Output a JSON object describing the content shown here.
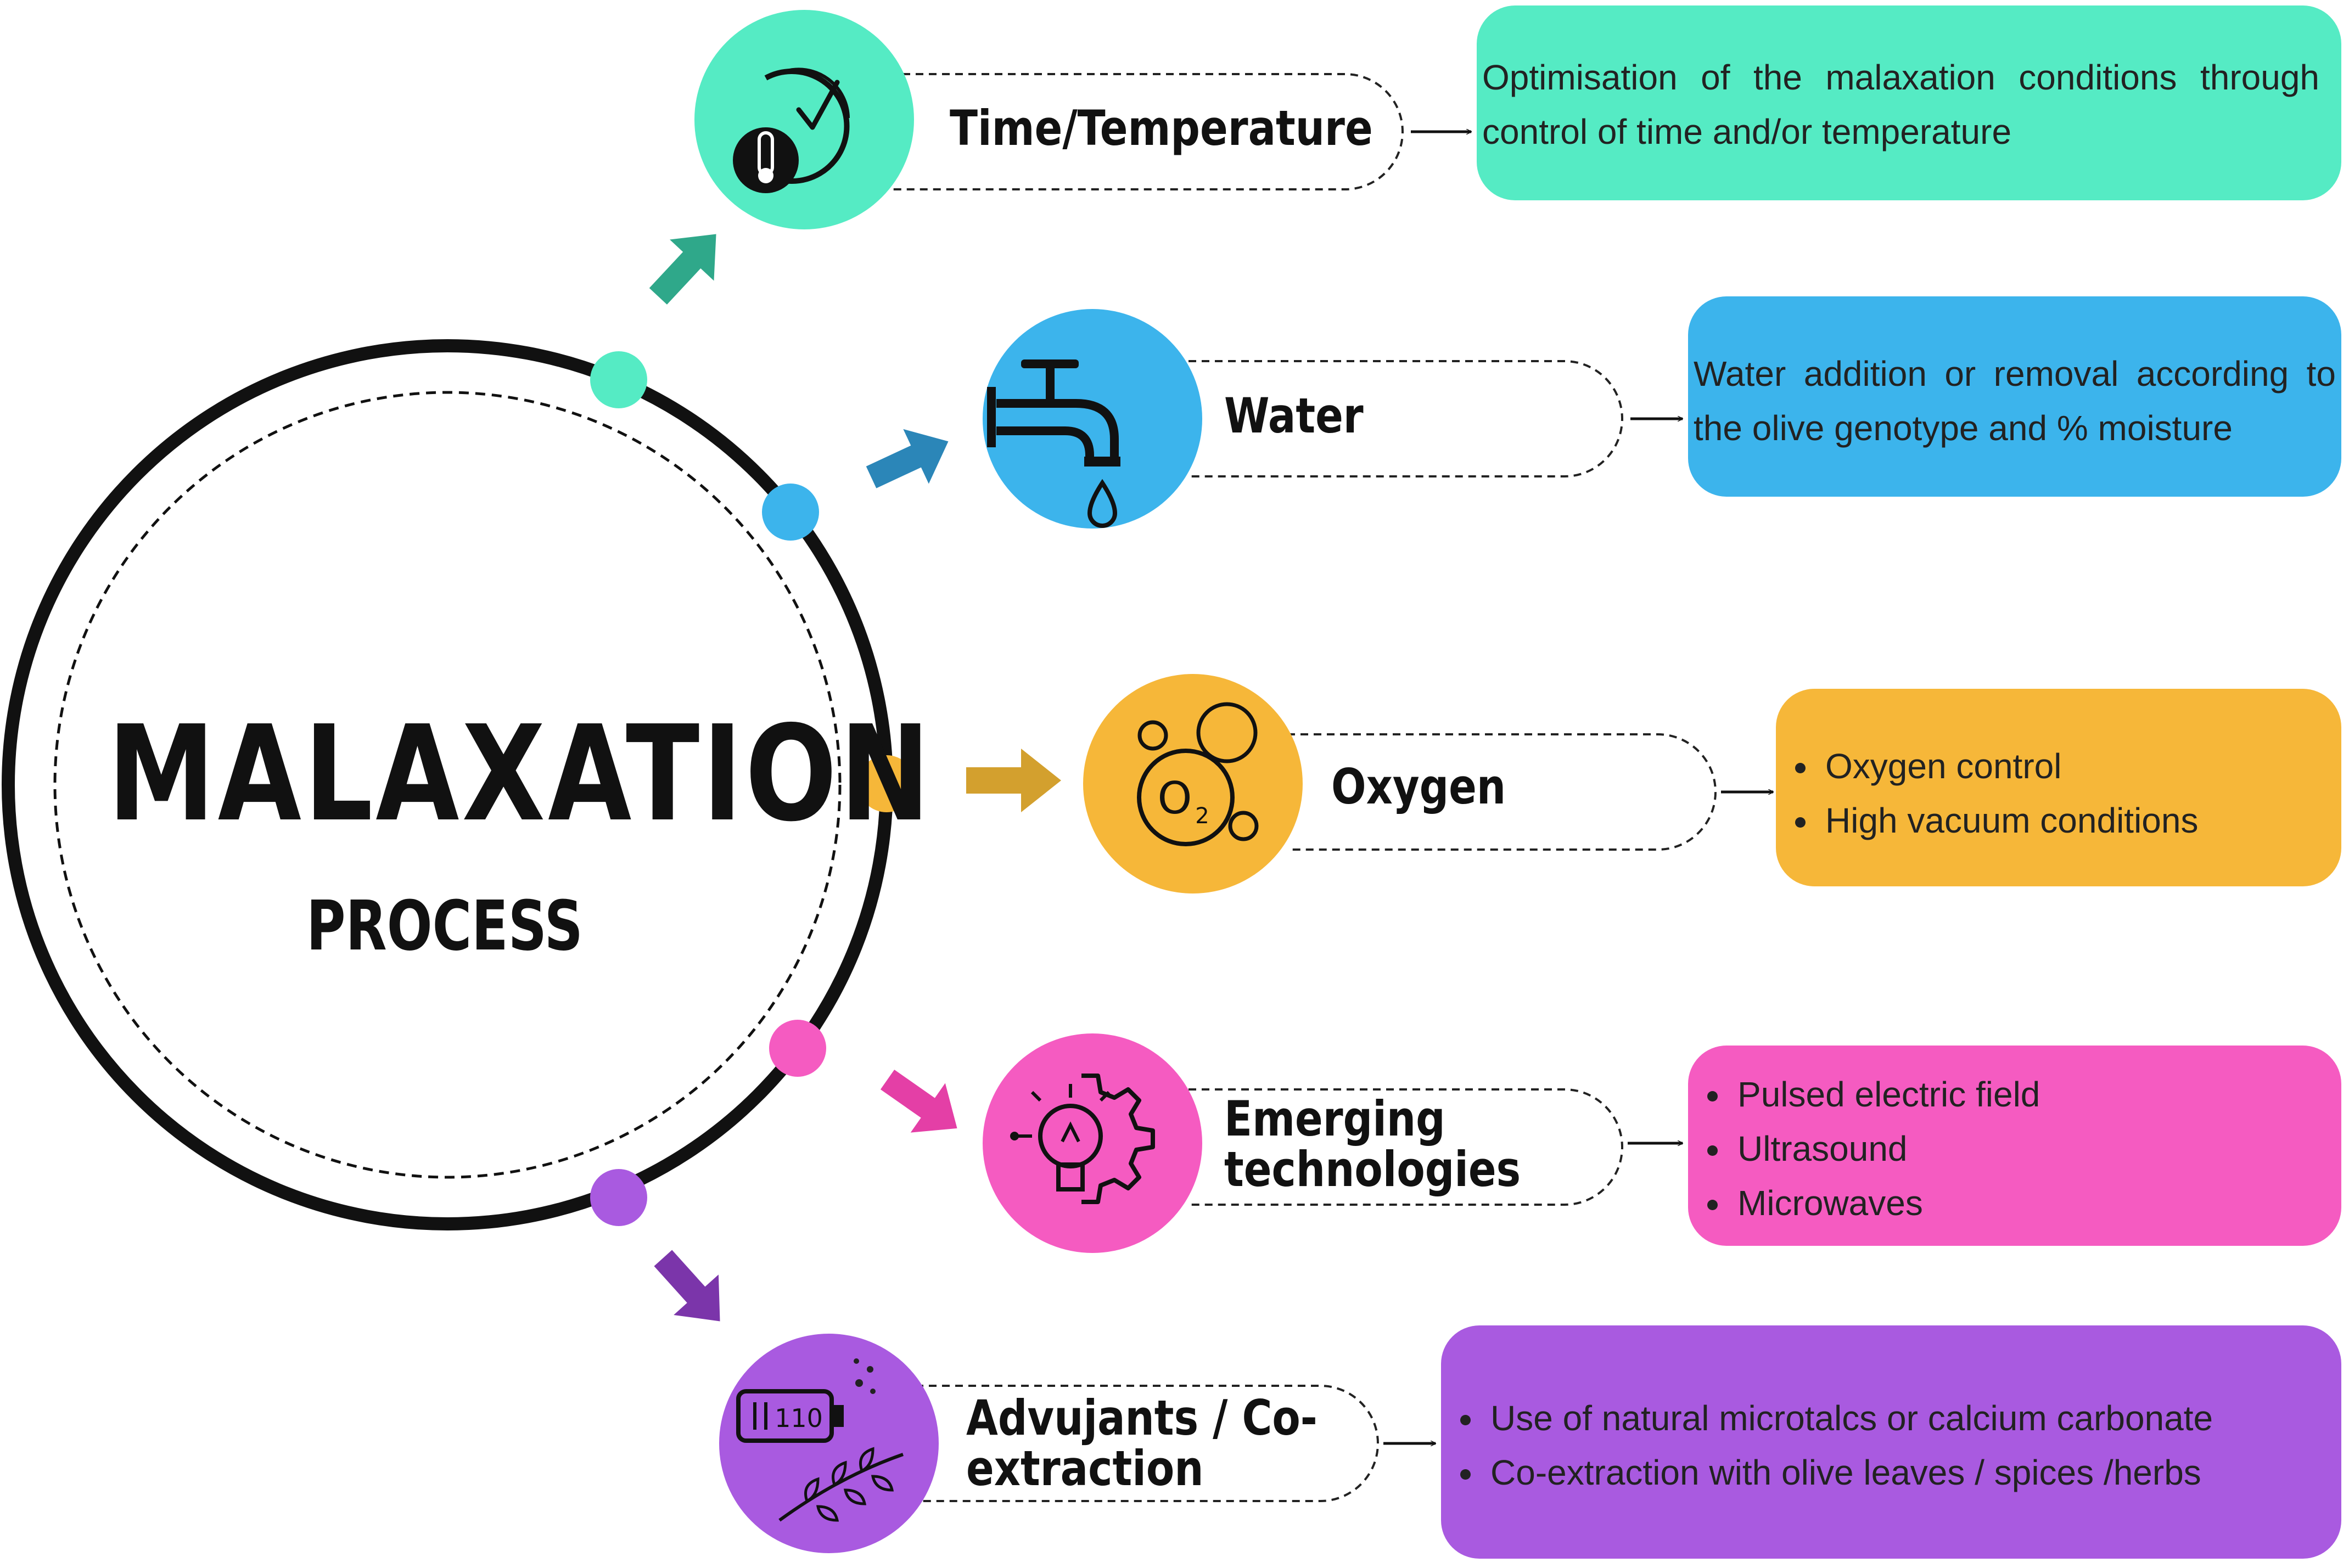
{
  "center": {
    "title": "MALAXATION",
    "subtitle": "PROCESS"
  },
  "items": [
    {
      "label": "Time/Temperature",
      "color": "#55EBC4",
      "box_color": "#55EBC4",
      "icon": "clock-thermometer-icon",
      "text": "Optimisation of the malaxation conditions through control of time and/or temperature"
    },
    {
      "label": "Water",
      "color": "#3CB4EC",
      "box_color": "#3CB4EC",
      "icon": "water-tap-icon",
      "text": "Water addition or removal according to the olive genotype and % moisture"
    },
    {
      "label": "Oxygen",
      "color": "#F6B739",
      "box_color": "#F6B739",
      "icon": "oxygen-bubbles-icon",
      "bullets": [
        "Oxygen control",
        "High vacuum conditions"
      ]
    },
    {
      "label": "Emerging technologies",
      "label_lines": [
        "Emerging",
        "technologies"
      ],
      "color": "#F55BC1",
      "box_color": "#F55BC1",
      "icon": "lightbulb-gear-icon",
      "bullets": [
        "Pulsed electric field",
        "Ultrasound",
        "Microwaves"
      ]
    },
    {
      "label": "Advujants / Co-extraction",
      "label_lines": [
        "Advujants / Co-",
        "extraction"
      ],
      "color": "#A95AE0",
      "box_color": "#A95AE0",
      "icon": "battery-herb-icon",
      "bullets": [
        "Use of natural microtalcs or calcium carbonate",
        "Co-extraction with olive leaves / spices /herbs"
      ]
    }
  ],
  "colors": {
    "ring": "#111111",
    "arrow_teal": "#2FA88A",
    "arrow_blue": "#2B86B8",
    "arrow_gold": "#D3A02E",
    "arrow_pink": "#E43FA6",
    "arrow_purple": "#7B35AA"
  }
}
